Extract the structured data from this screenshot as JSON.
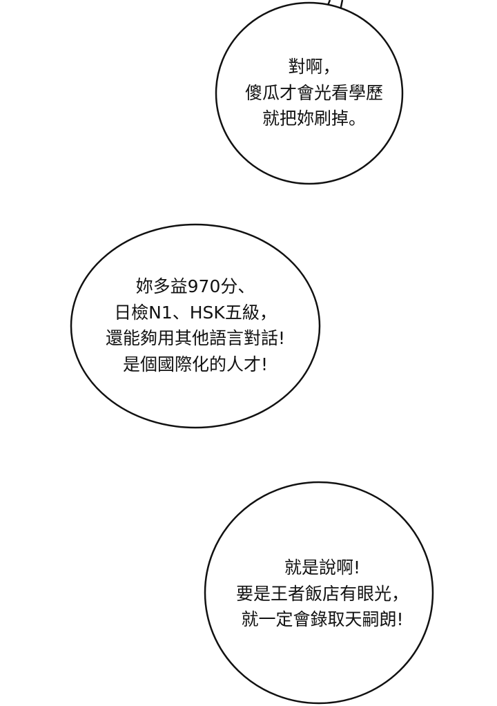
{
  "bubbles": [
    {
      "lines": [
        "對啊，",
        "傻瓜才會光看學歷",
        "就把妳刷掉。"
      ]
    },
    {
      "lines": [
        "妳多益970分、",
        "日檢N1、HSK五級，",
        "還能夠用其他語言對話!",
        "是個國際化的人才!"
      ]
    },
    {
      "lines": [
        "就是說啊!",
        "要是王者飯店有眼光，",
        "就一定會錄取天嗣朗!"
      ]
    }
  ]
}
